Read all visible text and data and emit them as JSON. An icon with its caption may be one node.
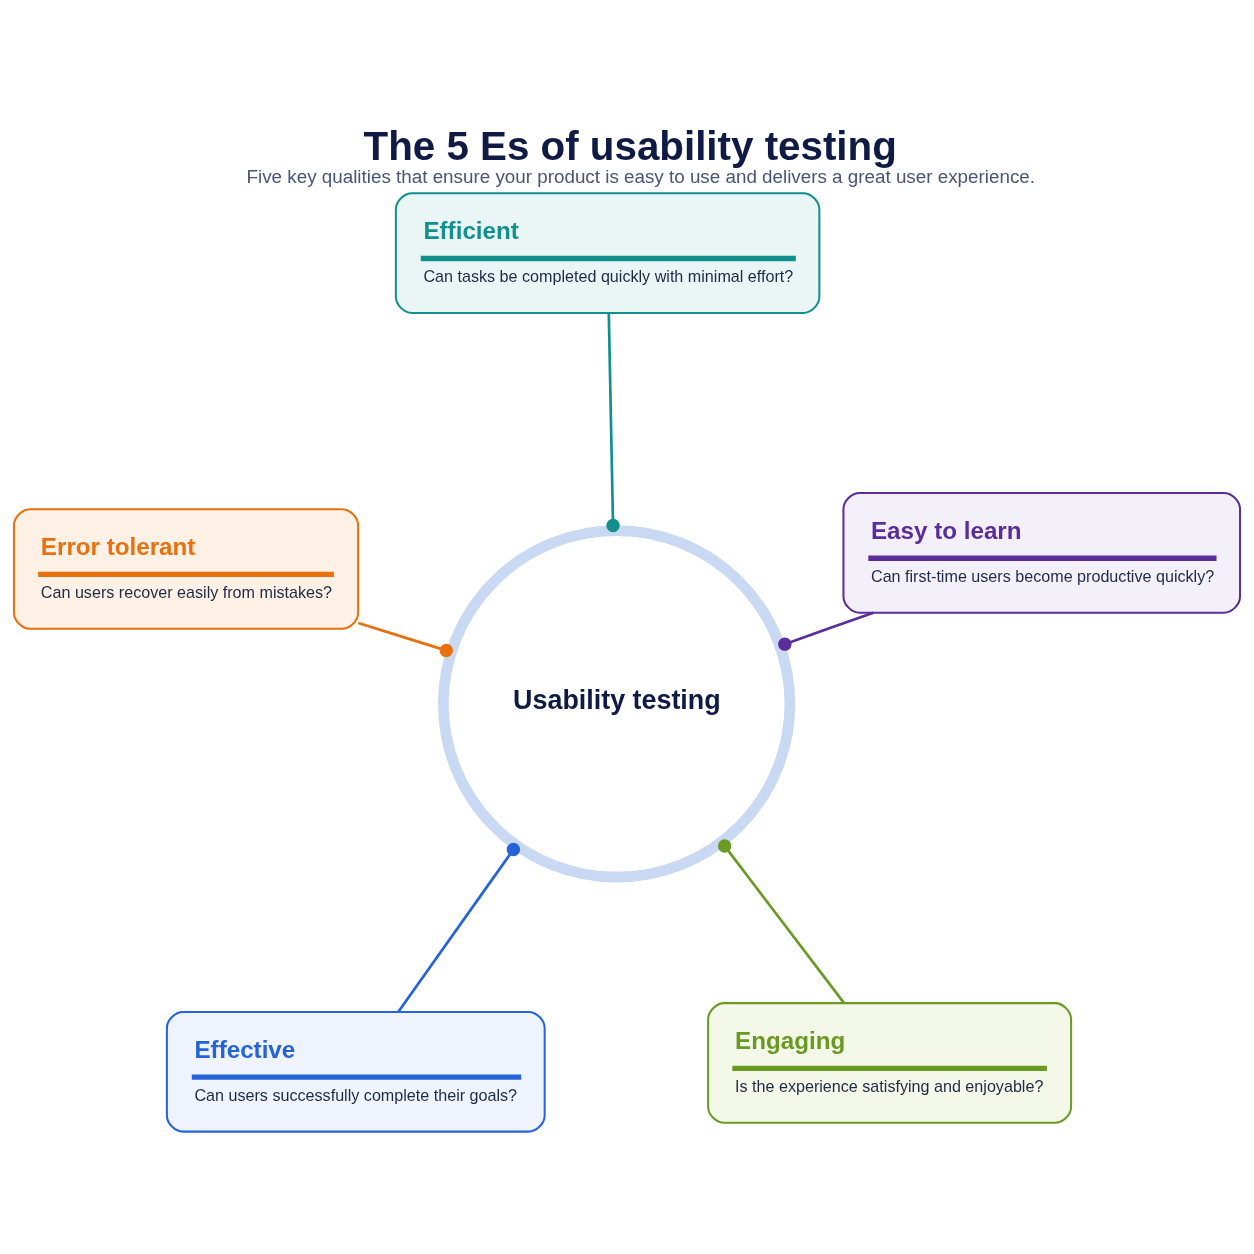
{
  "diagram": {
    "title": "The 5 Es of usability testing",
    "caption": "Five key qualities that ensure your product is easy to use and delivers a great user experience.",
    "nodes": [
      {
        "text": [
          "Effective",
          "Can users successfully complete their goals?"
        ]
      },
      {
        "text": [
          "Engaging",
          "Is the experience satisfying and enjoyable?"
        ]
      },
      {
        "text": [
          "Usability testing"
        ]
      },
      {
        "text": [
          "Efficient",
          "Can tasks be completed quickly with minimal effort?"
        ]
      },
      {
        "text": [
          "Easy to learn",
          "Can first-time users become productive quickly?"
        ]
      },
      {
        "text": [
          "Error tolerant",
          "Can users recover easily from mistakes?"
        ]
      }
    ],
    "edges": [
      {
        "from": 2,
        "to": 0,
        "arrow": "other",
        "color": "#2563d8"
      },
      {
        "from": 2,
        "to": 3,
        "arrow": "other",
        "color": "#12908e"
      },
      {
        "from": 2,
        "to": 5,
        "arrow": "other",
        "color": "#e8700f"
      },
      {
        "from": 2,
        "to": 4,
        "arrow": "other",
        "color": "#5b2d9a"
      },
      {
        "from": 2,
        "to": 1,
        "arrow": "other",
        "color": "#6a9a23"
      }
    ]
  }
}
